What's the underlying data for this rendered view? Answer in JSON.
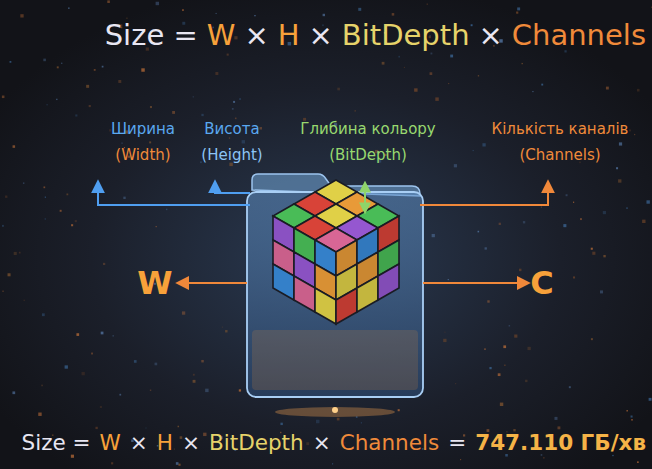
{
  "diagram": {
    "labels": [
      "Size =",
      "W",
      "×",
      "H",
      "×",
      "BitDepth",
      "×",
      "Channels",
      "Ширина",
      "(Width)",
      "Висота",
      "(Height)",
      "Глибина кольору",
      "(BitDepth)",
      "Кількість каналів",
      "(Channels)",
      "W",
      "C",
      "Size =",
      "W",
      "×",
      "H",
      "×",
      "BitDepth",
      "×",
      "Channels",
      "=",
      "747.110 ГБ/хв"
    ]
  }
}
